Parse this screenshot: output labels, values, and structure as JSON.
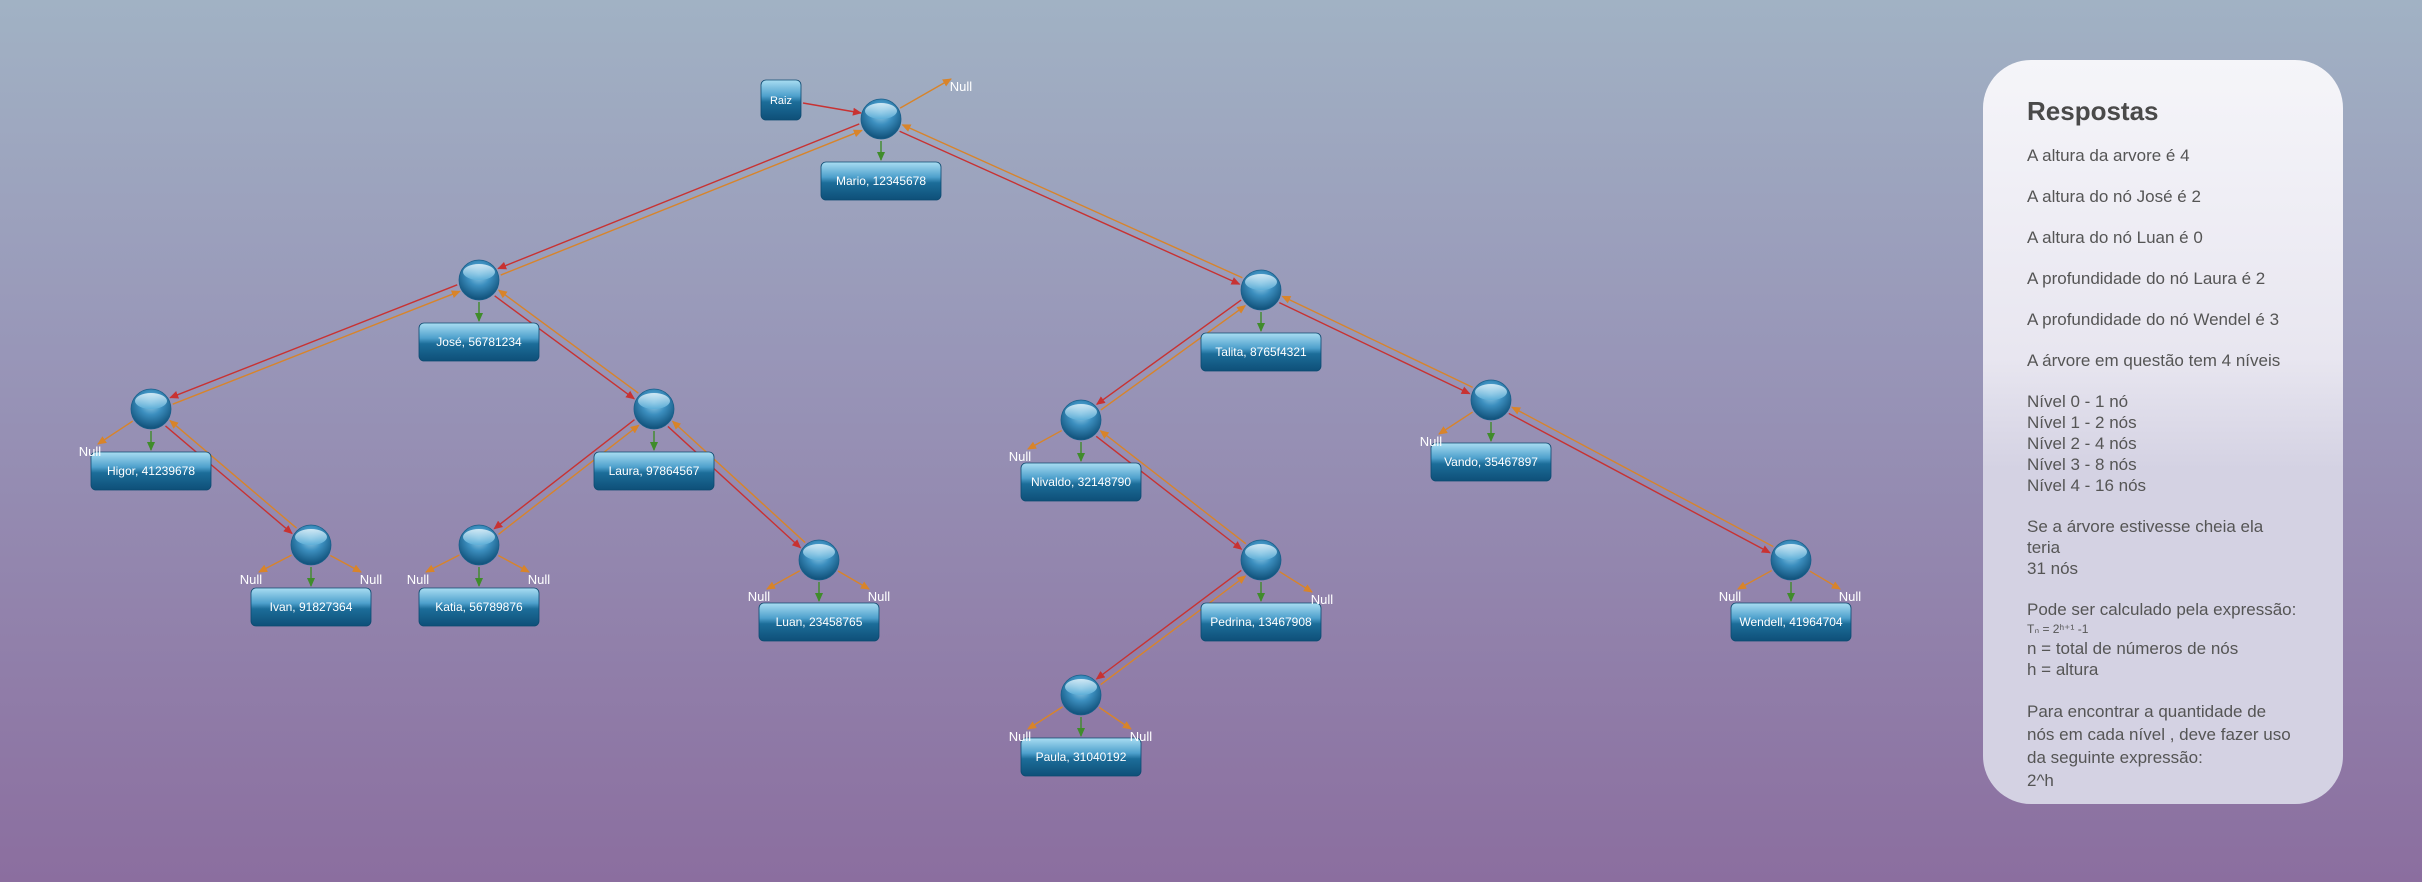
{
  "root_label": "Raiz",
  "null_label": "Null",
  "nodes": [
    {
      "id": "mario",
      "label": "Mario, 12345678"
    },
    {
      "id": "jose",
      "label": "José, 56781234"
    },
    {
      "id": "talita",
      "label": "Talita, 8765f4321"
    },
    {
      "id": "higor",
      "label": "Higor, 41239678"
    },
    {
      "id": "laura",
      "label": "Laura, 97864567"
    },
    {
      "id": "nivaldo",
      "label": "Nivaldo, 32148790"
    },
    {
      "id": "vando",
      "label": "Vando, 35467897"
    },
    {
      "id": "ivan",
      "label": "Ivan, 91827364"
    },
    {
      "id": "katia",
      "label": "Katia, 56789876"
    },
    {
      "id": "luan",
      "label": "Luan, 23458765"
    },
    {
      "id": "pedrina",
      "label": "Pedrina, 13467908"
    },
    {
      "id": "wendell",
      "label": "Wendell, 41964704"
    },
    {
      "id": "paula",
      "label": "Paula, 31040192"
    }
  ],
  "panel": {
    "title": "Respostas",
    "l1": "A altura da arvore é 4",
    "l2": "A altura do nó José é 2",
    "l3": "A altura do nó Luan é 0",
    "l4": "A profundidade do nó Laura é  2",
    "l5": "A profundidade do nó Wendel é 3",
    "l6": "A árvore em questão tem 4 níveis",
    "n0": "Nível 0 - 1 nó",
    "n1": "Nível 1 - 2 nós",
    "n2": "Nível 2 - 4 nós",
    "n3": "Nível 3 - 8 nós",
    "n4": "Nível 4 - 16 nós",
    "full1": "Se a árvore estivesse cheia ela teria",
    "full2": "31 nós",
    "calc": "Pode ser calculado pela expressão:",
    "formula": "Tₙ = 2ʰ⁺¹ -1",
    "def_n": "n = total de números de nós",
    "def_h": "h = altura",
    "lvl1": "Para encontrar a quantidade de",
    "lvl2": "nós em cada nível , deve fazer uso",
    "lvl3": "da seguinte expressão:",
    "lvl4": "2^h"
  }
}
